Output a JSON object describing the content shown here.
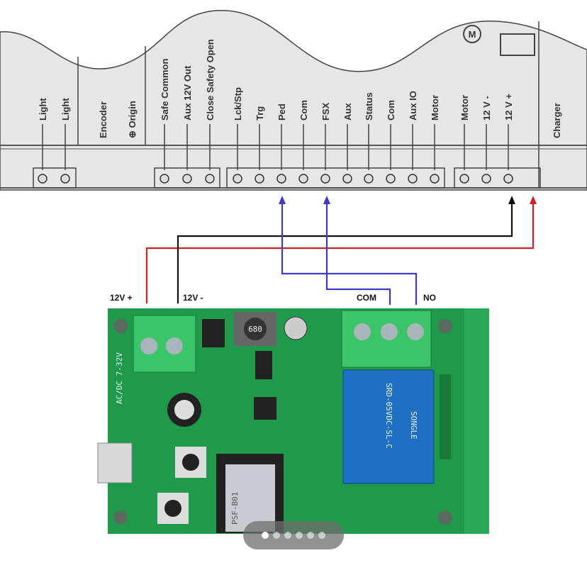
{
  "controller": {
    "terminals": [
      {
        "label": "Light"
      },
      {
        "label": "Light"
      },
      {
        "label": "Safe Common"
      },
      {
        "label": "Aux 12V Out"
      },
      {
        "label": "Close Safety Open"
      },
      {
        "label": "Lck/Stp"
      },
      {
        "label": "Trg"
      },
      {
        "label": "Ped"
      },
      {
        "label": "Com"
      },
      {
        "label": "FSX"
      },
      {
        "label": "Aux"
      },
      {
        "label": "Status"
      },
      {
        "label": "Com"
      },
      {
        "label": "Aux IO"
      },
      {
        "label": "Motor"
      },
      {
        "label": "Motor"
      },
      {
        "label": "12 V -"
      },
      {
        "label": "12 V +"
      }
    ],
    "other_labels": {
      "encoder": "Encoder",
      "origin": "⊕ Origin",
      "charger": "Charger",
      "motor_symbol": "M"
    }
  },
  "wires": {
    "plus_label": "12V +",
    "minus_label": "12V -",
    "com_label": "COM",
    "no_label": "NO",
    "colors": {
      "red": "#d42020",
      "black": "#111111",
      "blue": "#3a3acc"
    }
  },
  "board": {
    "input_text": "AC/DC 7-32V",
    "relay_text": "SRD-05VDC-SL-C",
    "relay_brand": "SONGLE",
    "module_text": "PSF-B01",
    "inductor_text": "680"
  },
  "pager": {
    "count": 6,
    "active": 0
  }
}
